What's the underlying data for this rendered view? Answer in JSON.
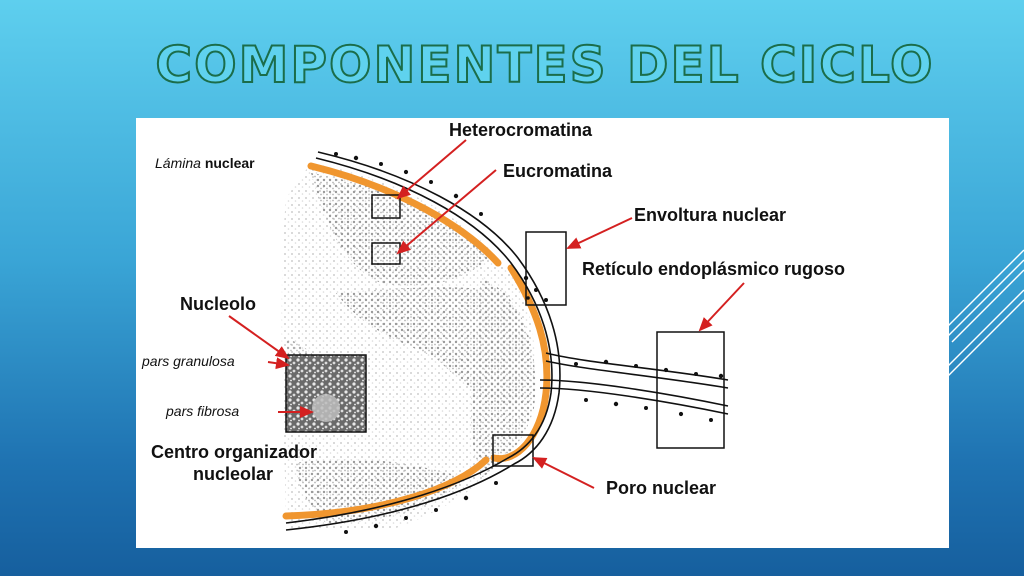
{
  "slide": {
    "title": "COMPONENTES DEL CICLO"
  },
  "diagram": {
    "labels": {
      "heterocromatina": "Heterocromatina",
      "eucromatina": "Eucromatina",
      "lamina_italic": "Lámina",
      "lamina_bold": "nuclear",
      "envoltura": "Envoltura nuclear",
      "reticulo": "Retículo endoplásmico rugoso",
      "nucleolo": "Nucleolo",
      "pars_granulosa": "pars granulosa",
      "pars_fibrosa": "pars fibrosa",
      "centro_line1": "Centro organizador",
      "centro_line2": "nucleolar",
      "poro": "Poro nuclear"
    }
  },
  "colors": {
    "lamina": "#f0962f",
    "arrow": "#d42020",
    "chromatin": "#8a8a8a",
    "nucleolus_light": "#cfcfcf"
  }
}
